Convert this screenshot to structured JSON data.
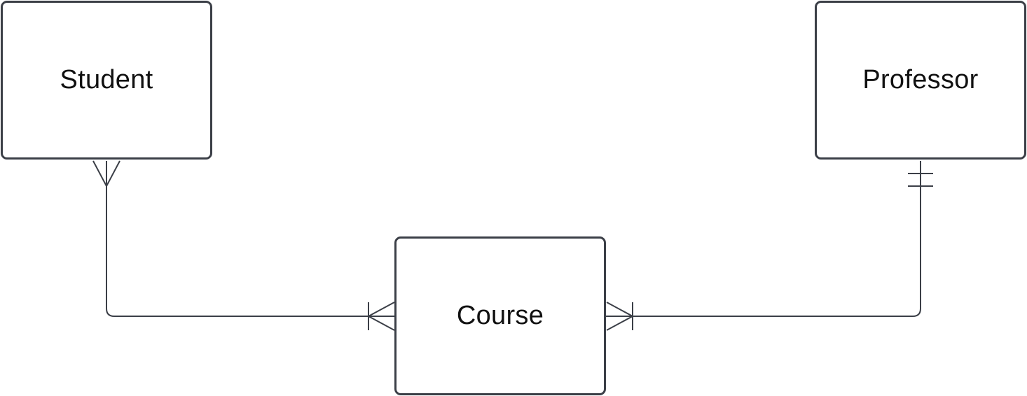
{
  "entities": {
    "student": {
      "label": "Student"
    },
    "professor": {
      "label": "Professor"
    },
    "course": {
      "label": "Course"
    }
  },
  "relationships": [
    {
      "from": "Student",
      "to": "Course",
      "from_cardinality": "many",
      "to_cardinality": "one-or-many"
    },
    {
      "from": "Professor",
      "to": "Course",
      "from_cardinality": "exactly-one",
      "to_cardinality": "one-or-many"
    }
  ],
  "colors": {
    "stroke": "#3b3f47",
    "text": "#111111",
    "background": "#ffffff"
  }
}
